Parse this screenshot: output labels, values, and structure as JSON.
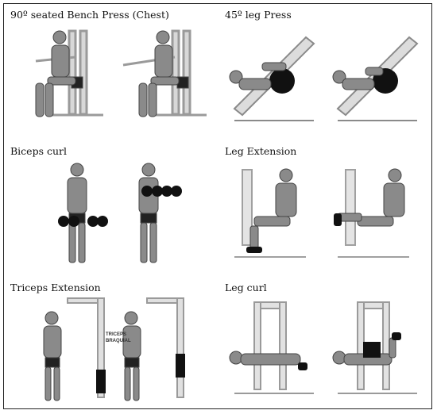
{
  "panels": [
    {
      "id": "bench-press",
      "title": "90º seated Bench Press (Chest)"
    },
    {
      "id": "leg-press",
      "title": "45º leg Press"
    },
    {
      "id": "biceps-curl",
      "title": "Biceps curl"
    },
    {
      "id": "leg-extension",
      "title": "Leg Extension"
    },
    {
      "id": "triceps-extension",
      "title": "Triceps Extension",
      "machine_label": [
        "TRICEPS",
        "BRAQUIAL"
      ]
    },
    {
      "id": "leg-curl",
      "title": "Leg curl"
    }
  ]
}
